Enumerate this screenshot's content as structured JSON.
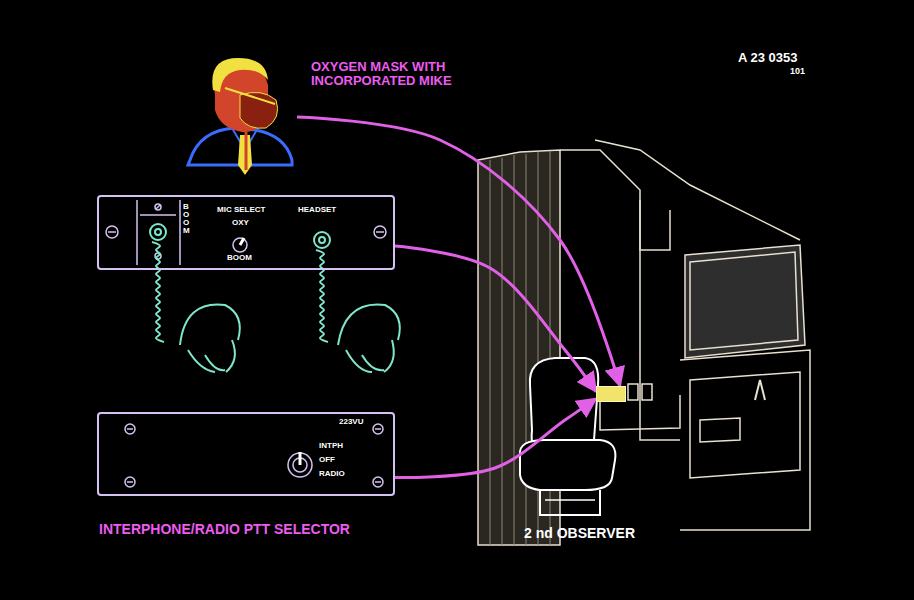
{
  "diagram": {
    "nodes": [
      {
        "text": [
          "OXYGEN MASK WITH INCORPORATED MIKE"
        ]
      },
      {
        "text": [
          "BOOM",
          "MIC SELECT",
          "OXY",
          "BOOM",
          "HEADSET"
        ]
      },
      {
        "text": [
          "223VU",
          "INTPH",
          "OFF",
          "RADIO",
          "INTERPHONE/RADIO PTT SELECTOR"
        ]
      },
      {
        "text": [
          "2 nd OBSERVER"
        ]
      }
    ],
    "edges": [
      {
        "from": 0,
        "to": 3,
        "arrow": "to"
      },
      {
        "from": 1,
        "to": 3,
        "arrow": "to"
      },
      {
        "from": 2,
        "to": 3,
        "arrow": "to"
      }
    ],
    "labels": [
      "A 23 0353",
      "101"
    ]
  }
}
